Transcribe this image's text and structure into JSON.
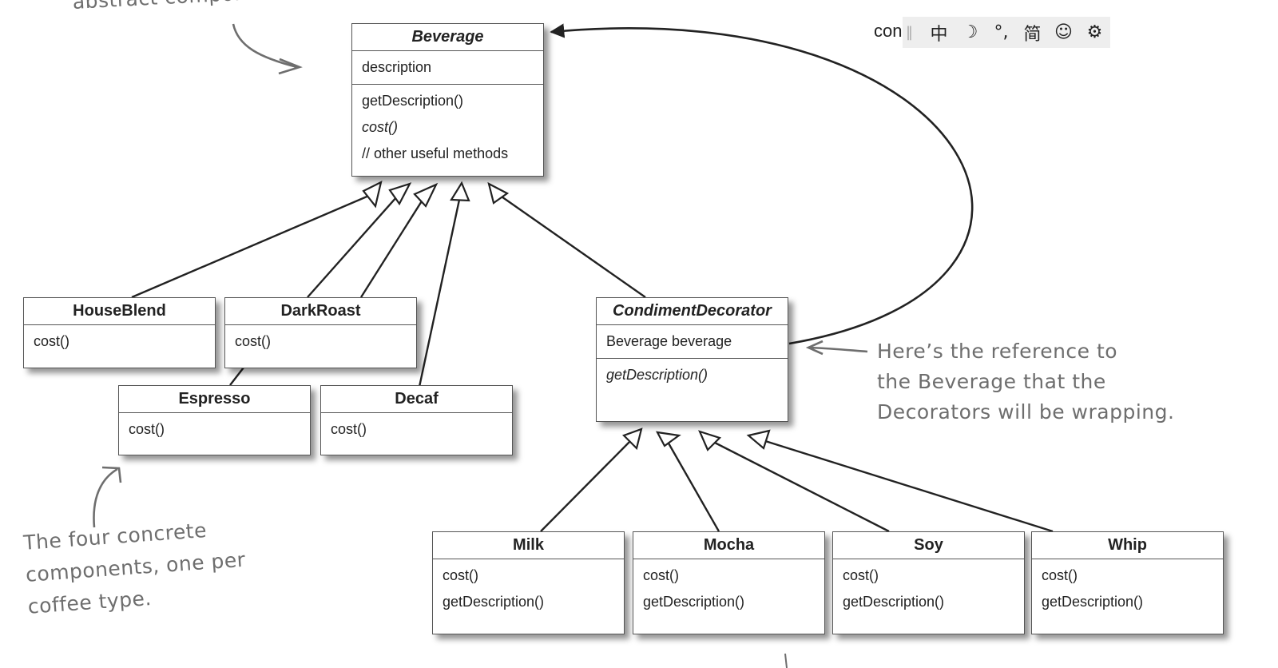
{
  "diagram": {
    "classes": [
      {
        "id": "beverage",
        "name": "Beverage",
        "italic_name": true,
        "sections": [
          [
            {
              "text": "description"
            }
          ],
          [
            {
              "text": "getDescription()"
            },
            {
              "text": "cost()",
              "italic": true
            },
            {
              "text": "// other useful methods"
            }
          ]
        ]
      },
      {
        "id": "houseblend",
        "name": "HouseBlend",
        "sections": [
          [
            {
              "text": "cost()"
            }
          ]
        ]
      },
      {
        "id": "darkroast",
        "name": "DarkRoast",
        "sections": [
          [
            {
              "text": "cost()"
            }
          ]
        ]
      },
      {
        "id": "espresso",
        "name": "Espresso",
        "sections": [
          [
            {
              "text": "cost()"
            }
          ]
        ]
      },
      {
        "id": "decaf",
        "name": "Decaf",
        "sections": [
          [
            {
              "text": "cost()"
            }
          ]
        ]
      },
      {
        "id": "condiment",
        "name": "CondimentDecorator",
        "italic_name": true,
        "sections": [
          [
            {
              "text": "Beverage beverage"
            }
          ],
          [
            {
              "text": "getDescription()",
              "italic": true
            }
          ]
        ]
      },
      {
        "id": "milk",
        "name": "Milk",
        "sections": [
          [
            {
              "text": "cost()"
            },
            {
              "text": "getDescription()"
            }
          ]
        ]
      },
      {
        "id": "mocha",
        "name": "Mocha",
        "sections": [
          [
            {
              "text": "cost()"
            },
            {
              "text": "getDescription()"
            }
          ]
        ]
      },
      {
        "id": "soy",
        "name": "Soy",
        "sections": [
          [
            {
              "text": "cost()"
            },
            {
              "text": "getDescription()"
            }
          ]
        ]
      },
      {
        "id": "whip",
        "name": "Whip",
        "sections": [
          [
            {
              "text": "cost()"
            },
            {
              "text": "getDescription()"
            }
          ]
        ]
      }
    ],
    "notes": {
      "abstract_component": "abstract component class.",
      "reference": [
        "Here’s the reference to",
        "the Beverage that the",
        "Decorators will be wrapping."
      ],
      "concrete": [
        "The four concrete",
        "components, one per",
        "coffee type."
      ]
    }
  },
  "ime_toolbar": {
    "prefix": "con",
    "separator": "‖",
    "items": [
      {
        "icon": "chinese-mode-icon",
        "glyph": "中"
      },
      {
        "icon": "moon-icon",
        "glyph": "☽"
      },
      {
        "icon": "punctuation-icon",
        "glyph": "°,"
      },
      {
        "icon": "simplified-chinese-icon",
        "glyph": "简"
      },
      {
        "icon": "emoji-icon",
        "glyph": "☺"
      },
      {
        "icon": "gear-icon",
        "glyph": "⚙"
      }
    ]
  }
}
